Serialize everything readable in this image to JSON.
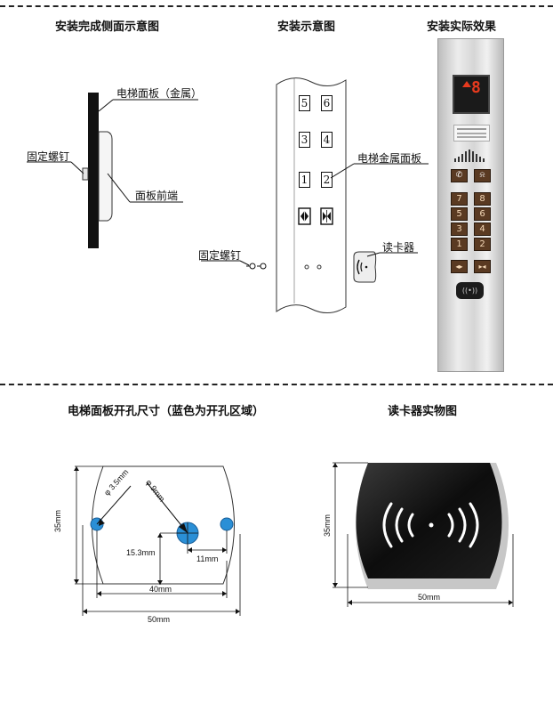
{
  "titles": {
    "side_view": "安装完成侧面示意图",
    "install_view": "安装示意图",
    "real_effect": "安装实际效果",
    "cutout": "电梯面板开孔尺寸（蓝色为开孔区域）",
    "reader_photo": "读卡器实物图"
  },
  "side_view": {
    "panel_label": "电梯面板（金属）",
    "screw_label": "固定螺钉",
    "front_label": "面板前端"
  },
  "install_view": {
    "panel_label": "电梯金属面板",
    "screw_label": "固定螺钉",
    "reader_label": "读卡器",
    "buttons": [
      "5",
      "6",
      "3",
      "4",
      "1",
      "2"
    ]
  },
  "real_effect": {
    "display_digit": "8",
    "keypad": [
      "7",
      "8",
      "5",
      "6",
      "3",
      "4",
      "1",
      "2"
    ]
  },
  "cutout": {
    "small_hole": "φ 3.5mm",
    "big_hole": "φ 9mm",
    "height": "35mm",
    "offset_v": "15.3mm",
    "offset_h": "11mm",
    "inner_width": "40mm",
    "outer_width": "50mm",
    "hole_color": "#2a8fd6"
  },
  "reader_photo": {
    "height": "35mm",
    "width": "50mm"
  }
}
